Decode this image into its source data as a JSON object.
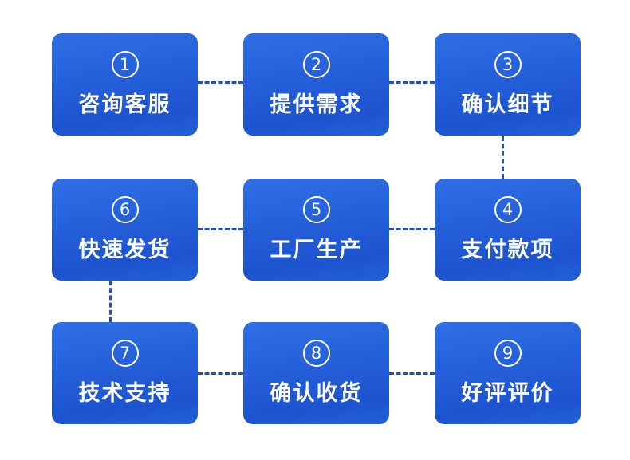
{
  "diagram": {
    "steps": [
      {
        "number": "1",
        "label": "咨询客服"
      },
      {
        "number": "2",
        "label": "提供需求"
      },
      {
        "number": "3",
        "label": "确认细节"
      },
      {
        "number": "4",
        "label": "支付款项"
      },
      {
        "number": "5",
        "label": "工厂生产"
      },
      {
        "number": "6",
        "label": "快速发货"
      },
      {
        "number": "7",
        "label": "技术支持"
      },
      {
        "number": "8",
        "label": "确认收货"
      },
      {
        "number": "9",
        "label": "好评评价"
      }
    ],
    "connections": [
      "1-2",
      "2-3",
      "3-4",
      "4-5",
      "5-6",
      "6-7",
      "7-8",
      "8-9"
    ]
  },
  "colors": {
    "background": "#ffffff",
    "box_gradient_top": "#2f6fe6",
    "box_gradient_bottom": "#1d53cf",
    "connector": "#1d50c6",
    "text": "#ffffff"
  }
}
